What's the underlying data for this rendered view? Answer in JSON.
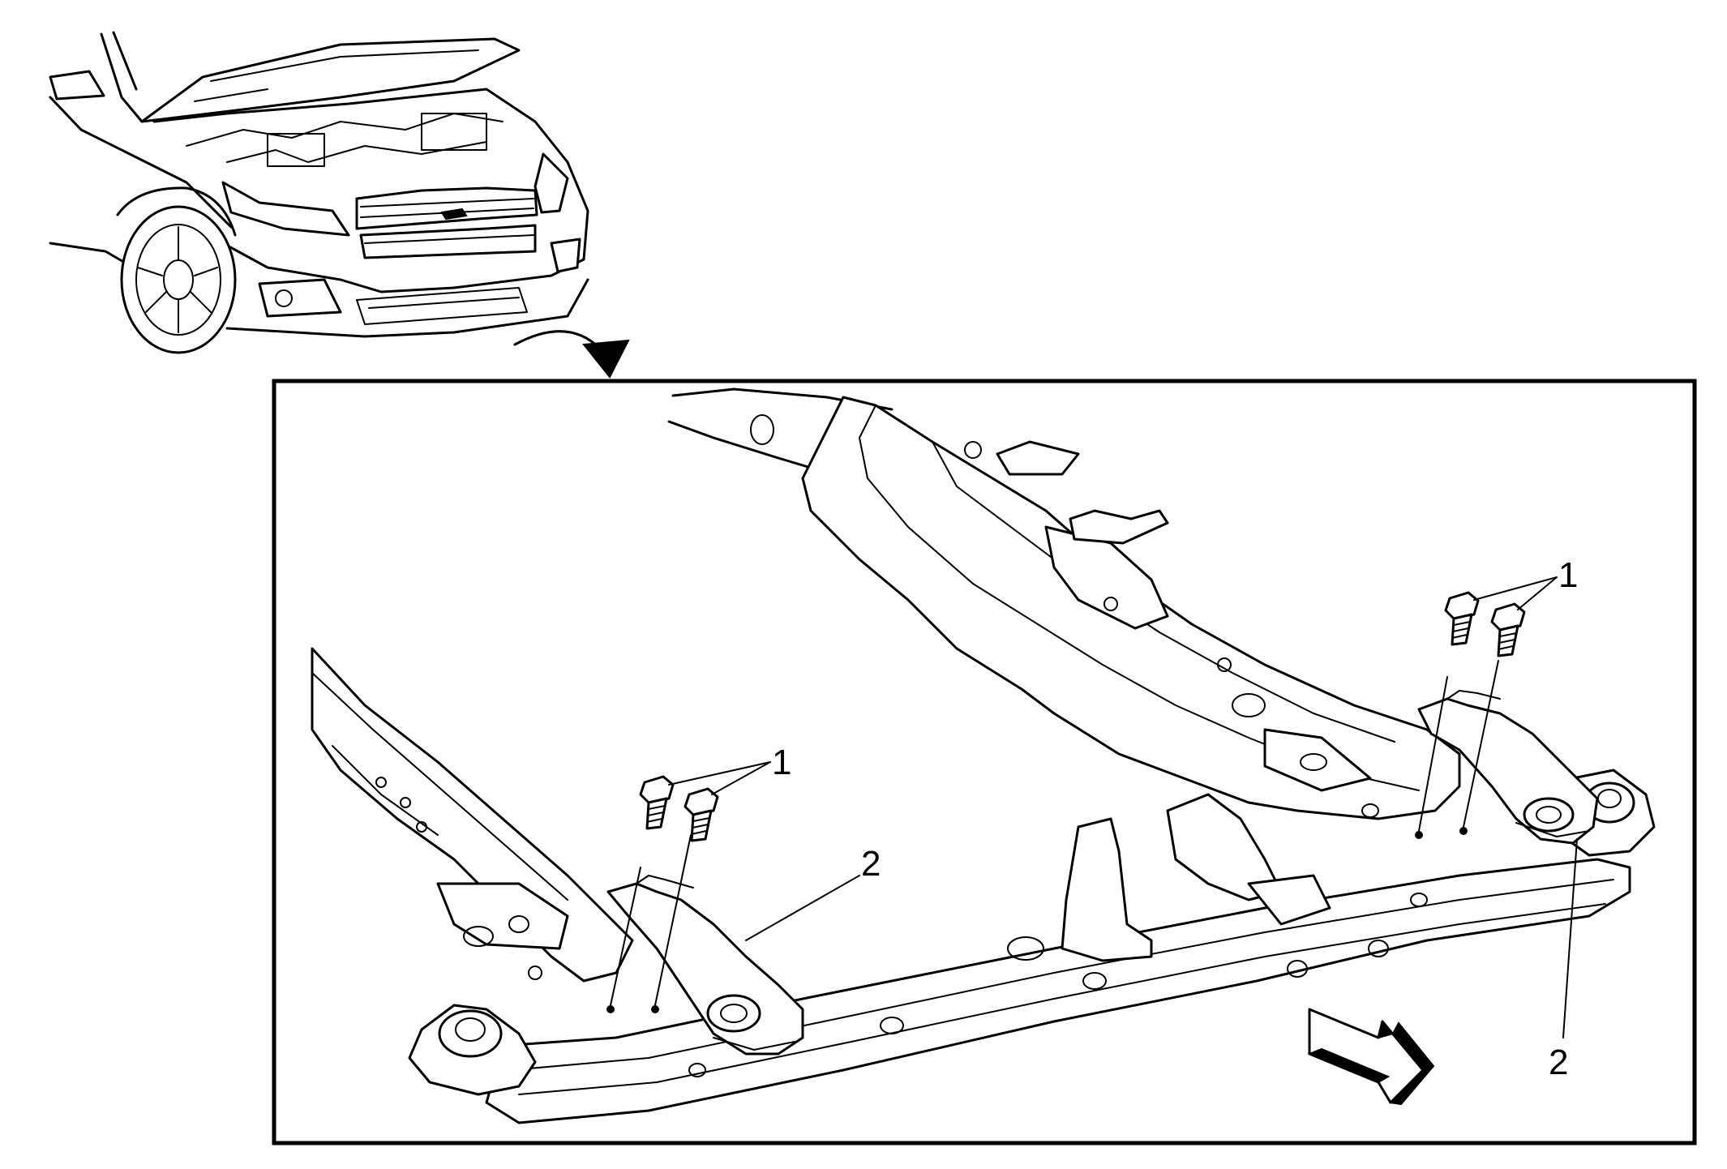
{
  "callouts": {
    "bolts_right": "1",
    "bolts_left": "1",
    "bracket_left": "2",
    "bracket_right": "2"
  },
  "icons": [
    "vehicle-front-view",
    "direction-arrow-icon",
    "front-arrow-icon",
    "bolt-icon",
    "bracket-icon",
    "subframe-drawing"
  ]
}
